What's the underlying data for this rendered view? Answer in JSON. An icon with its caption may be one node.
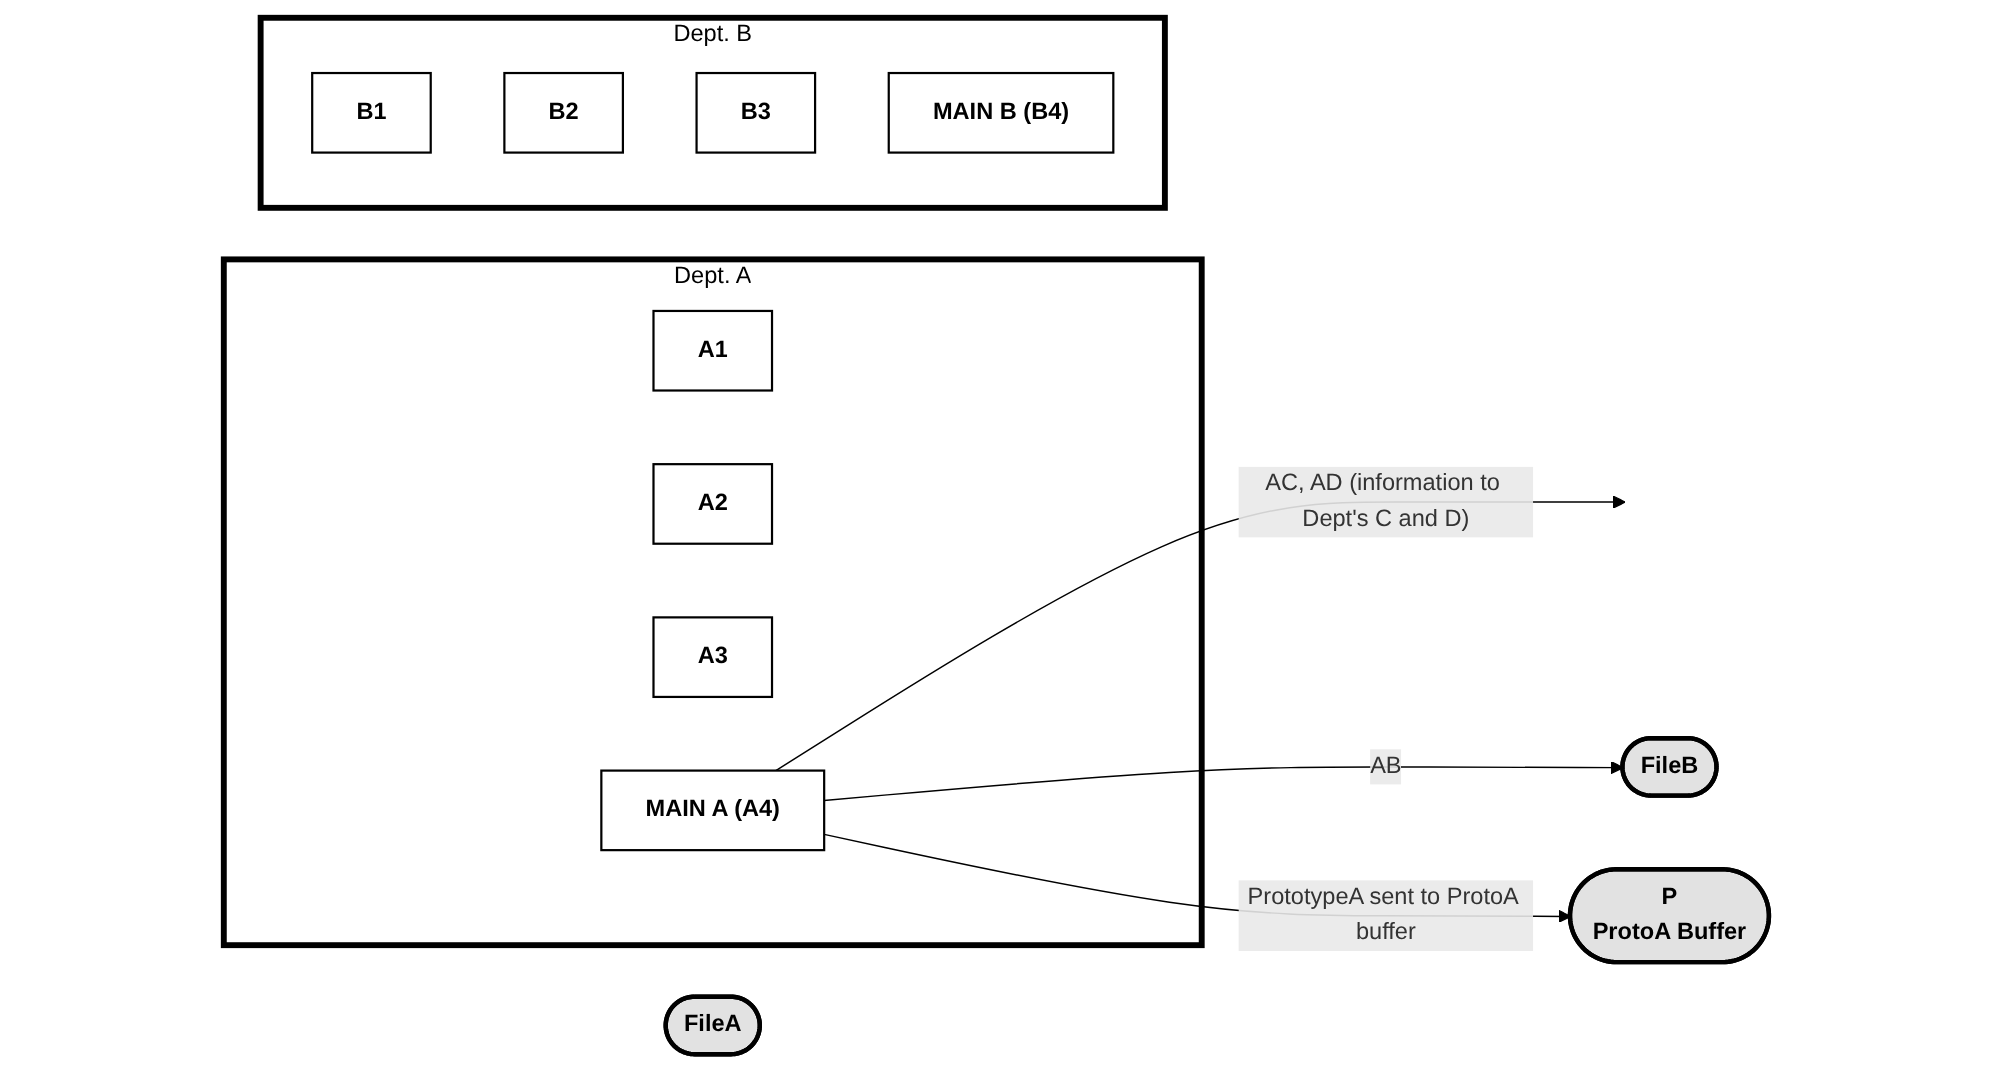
{
  "diagram": {
    "nodes": [
      {
        "text": [
          "Dept. A"
        ]
      },
      {
        "text": [
          "A1"
        ],
        "in": 0
      },
      {
        "text": [
          "A2"
        ],
        "in": 0
      },
      {
        "text": [
          "A3"
        ],
        "in": 0
      },
      {
        "text": [
          "MAIN A  (A4)"
        ],
        "in": 0
      },
      {
        "text": [
          "FileA"
        ]
      },
      {
        "text": [
          "Dept. B"
        ]
      },
      {
        "text": [
          "B1"
        ],
        "in": 6
      },
      {
        "text": [
          "B2"
        ],
        "in": 6
      },
      {
        "text": [
          "B3"
        ],
        "in": 6
      },
      {
        "text": [
          "MAIN B  (B4)"
        ],
        "in": 6
      },
      {
        "text": [
          "FileB"
        ]
      },
      {
        "text": [
          "P",
          "ProtoA Buffer"
        ]
      }
    ],
    "edges": [
      {
        "from": 4,
        "to": null,
        "arrow": "to",
        "label": "AC, AD (information to Dept's C and D)"
      },
      {
        "from": 4,
        "to": 11,
        "arrow": "to",
        "label": "AB"
      },
      {
        "from": 4,
        "to": 12,
        "arrow": "to",
        "label": "PrototypeA sent to ProtoA buffer"
      }
    ]
  }
}
